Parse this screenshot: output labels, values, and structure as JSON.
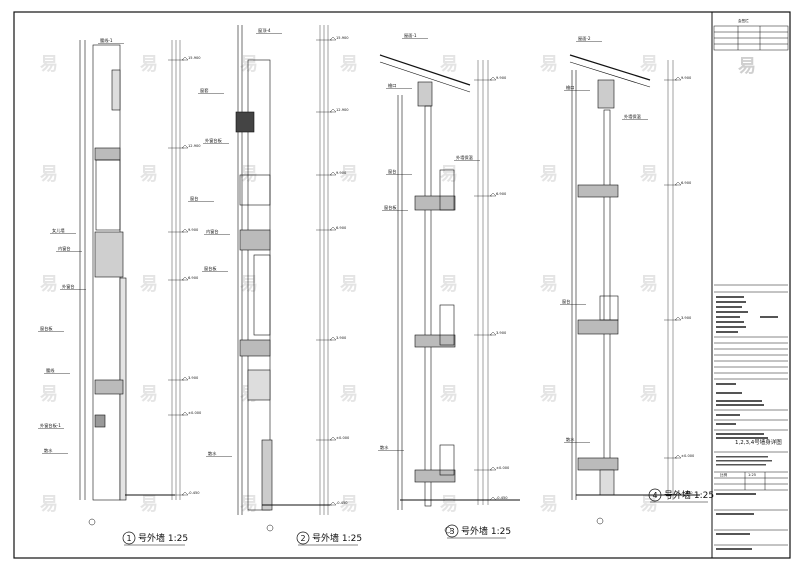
{
  "title_block": {
    "top_label": "会签栏",
    "subtitle": "1,2,3,4号墙身详图",
    "scale_label": "比例",
    "scale_value": "1:25",
    "stamp": "易"
  },
  "sections": [
    {
      "number": "1",
      "title": "号外墙 1:25"
    },
    {
      "number": "2",
      "title": "号外墙 1:25"
    },
    {
      "number": "3",
      "title": "号外墙 1:25"
    },
    {
      "number": "4",
      "title": "号外墙 1:25"
    }
  ],
  "callouts": {
    "sec1": [
      "腰线-1",
      "女儿墙",
      "内窗台",
      "外窗台",
      "窗台板",
      "腰线",
      "外窗台板-1",
      "散水"
    ],
    "sec2": [
      "窗顶-4",
      "窗套",
      "外窗台板",
      "窗台",
      "内窗台",
      "窗台板",
      "散水"
    ],
    "sec3": [
      "屋面-1",
      "檐口",
      "窗台",
      "外墙保温",
      "窗台板",
      "散水"
    ],
    "sec4": [
      "屋面-2",
      "檐口",
      "窗台",
      "外墙保温",
      "散水"
    ]
  },
  "elevations": [
    "15.900",
    "12.900",
    "9.900",
    "6.900",
    "3.900",
    "±0.000",
    "-0.450"
  ],
  "watermark": "易"
}
